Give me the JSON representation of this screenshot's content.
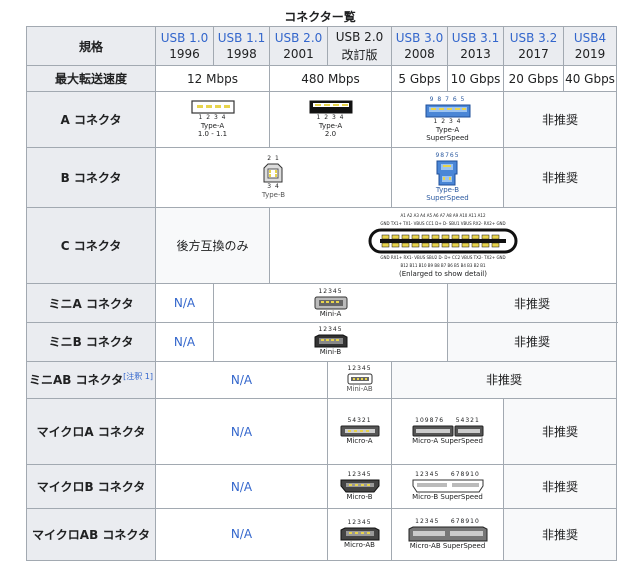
{
  "caption": "コネクター覧",
  "header": {
    "spec": "規格",
    "versions": [
      {
        "name": "USB 1.0",
        "year": "1996",
        "link": true
      },
      {
        "name": "USB 1.1",
        "year": "1998",
        "link": true
      },
      {
        "name": "USB 2.0",
        "year": "2001",
        "link": true
      },
      {
        "name": "USB 2.0",
        "year": "改訂版",
        "link": false
      },
      {
        "name": "USB 3.0",
        "year": "2008",
        "link": true
      },
      {
        "name": "USB 3.1",
        "year": "2013",
        "link": true
      },
      {
        "name": "USB 3.2",
        "year": "2017",
        "link": true
      },
      {
        "name": "USB4",
        "year": "2019",
        "link": true
      }
    ]
  },
  "speed_row": {
    "label": "最大転送速度",
    "v1": "12 Mbps",
    "v2": "480 Mbps",
    "v3": "5 Gbps",
    "v4": "10 Gbps",
    "v5": "20 Gbps",
    "v6": "40 Gbps"
  },
  "rows": {
    "a": {
      "label": "A コネクタ",
      "fig1_pins": "1 2 3 4",
      "fig1_cap1": "Type-A",
      "fig1_cap2": "1.0 - 1.1",
      "fig2_pins": "1 2 3 4",
      "fig2_cap1": "Type-A",
      "fig2_cap2": "2.0",
      "fig3_pins_top": "9 8 7 6 5",
      "fig3_pins_bottom": "1 2 3 4",
      "fig3_cap1": "Type-A",
      "fig3_cap2": "SuperSpeed",
      "deprecated": "非推奨"
    },
    "b": {
      "label": "B コネクタ",
      "fig1_pins_top": "2 1",
      "fig1_pins_bottom": "3 4",
      "fig1_cap": "Type-B",
      "fig2_pins_top": "98765",
      "fig2_cap1": "Type-B",
      "fig2_cap2": "SuperSpeed",
      "deprecated": "非推奨"
    },
    "c": {
      "label": "C コネクタ",
      "backcompat": "後方互換のみ",
      "pins_top": "A1 A2 A3 A4 A5 A6 A7 A8 A9 A10 A11 A12",
      "signals_top": "GND TX1+ TX1- VBUS CC1 D+ D- SBU1 VBUS RX2- RX2+ GND",
      "signals_bottom": "GND RX1+ RX1- VBUS SBU2 D- D+ CC2 VBUS TX2- TX2+ GND",
      "pins_bottom": "B12 B11 B10 B9 B8 B7 B6 B5 B4 B3 B2 B1",
      "enlarged": "(Enlarged to show detail)"
    },
    "mini_a": {
      "label": "ミニA コネクタ",
      "na": "N/A",
      "pins": "12345",
      "cap": "Mini-A",
      "deprecated": "非推奨"
    },
    "mini_b": {
      "label": "ミニB コネクタ",
      "na": "N/A",
      "pins": "12345",
      "cap": "Mini-B",
      "deprecated": "非推奨"
    },
    "mini_ab": {
      "label": "ミニAB コネクタ",
      "note": "[注釈 1]",
      "na": "N/A",
      "pins": "12345",
      "cap": "Mini-AB",
      "deprecated": "非推奨"
    },
    "micro_a": {
      "label": "マイクロA コネクタ",
      "na": "N/A",
      "pins": "54321",
      "cap": "Micro-A",
      "ss_pins_left": "109876",
      "ss_pins_right": "54321",
      "ss_cap": "Micro-A SuperSpeed",
      "deprecated": "非推奨"
    },
    "micro_b": {
      "label": "マイクロB コネクタ",
      "na": "N/A",
      "pins": "12345",
      "cap": "Micro-B",
      "ss_pins_left": "12345",
      "ss_pins_right": "678910",
      "ss_cap": "Micro-B SuperSpeed",
      "deprecated": "非推奨"
    },
    "micro_ab": {
      "label": "マイクロAB コネクタ",
      "na": "N/A",
      "pins": "12345",
      "cap": "Micro-AB",
      "ss_pins_left": "12345",
      "ss_pins_right": "678910",
      "ss_cap": "Micro-AB SuperSpeed",
      "deprecated": "非推奨"
    }
  }
}
